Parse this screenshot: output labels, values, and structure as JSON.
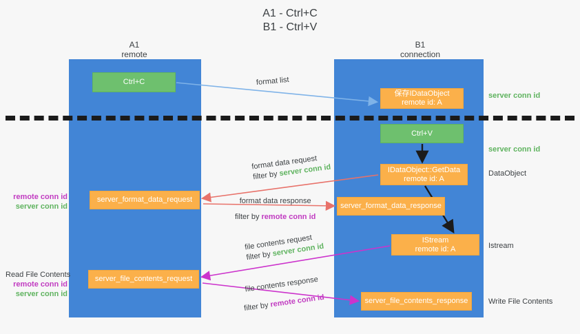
{
  "title_lines": [
    "A1 - Ctrl+C",
    "B1 - Ctrl+V"
  ],
  "lanes": [
    {
      "name": "A1",
      "sub": "remote"
    },
    {
      "name": "B1",
      "sub": "connection"
    }
  ],
  "nodes": {
    "ctrl_c": {
      "line1": "Ctrl+C",
      "line2": "",
      "color": "#6ec06e"
    },
    "save_idataobject": {
      "line1": "保存IDataObject",
      "line2": "remote id: A",
      "color": "#fbb04a"
    },
    "ctrl_v": {
      "line1": "Ctrl+V",
      "line2": "",
      "color": "#6ec06e"
    },
    "getdata": {
      "line1": "IDataObject::GetData",
      "line2": "remote id: A",
      "color": "#fbb04a"
    },
    "format_data_request": {
      "line1": "server_format_data_request",
      "line2": "",
      "color": "#fbb04a"
    },
    "format_data_response": {
      "line1": "server_format_data_response",
      "line2": "",
      "color": "#fbb04a"
    },
    "istream": {
      "line1": "IStream",
      "line2": "remote id: A",
      "color": "#fbb04a"
    },
    "file_contents_request": {
      "line1": "server_file_contents_request",
      "line2": "",
      "color": "#fbb04a"
    },
    "file_contents_response": {
      "line1": "server_file_contents_response",
      "line2": "",
      "color": "#fbb04a"
    }
  },
  "right_labels": {
    "server_conn_id_top": "server conn id",
    "server_conn_id_mid": "server conn id",
    "dataobject": "DataObject",
    "istream": "Istream",
    "write_file_contents": "Write File Contents"
  },
  "left_labels": {
    "remote_conn_id_1": "remote conn id",
    "server_conn_id_1": "server conn id",
    "read_file_contents": "Read File Contents",
    "remote_conn_id_2": "remote conn id",
    "server_conn_id_2": "server conn id"
  },
  "annotations": {
    "format_list": "format list",
    "format_data_request": "format data request",
    "format_data_request_filter_prefix": "filter by ",
    "format_data_request_filter_value": "server conn id",
    "format_data_response": "format data response",
    "format_data_response_filter_prefix": "filter by ",
    "format_data_response_filter_value": "remote conn id",
    "file_contents_request": "file contents request",
    "file_contents_request_filter_prefix": "filter by ",
    "file_contents_request_filter_value": "server conn id",
    "file_contents_response": "file contents response",
    "file_contents_response_filter_prefix": "filter by ",
    "file_contents_response_filter_value": "remote conn id"
  },
  "colors": {
    "lane": "#4285d6",
    "green": "#6ec06e",
    "orange": "#fbb04a",
    "green_text": "#5fb35f",
    "purple_text": "#c13bc1",
    "dark_text": "#3c4043",
    "arrow_blue": "#7fb3e8",
    "arrow_red": "#e8726a",
    "arrow_magenta": "#cc33cc",
    "arrow_black": "#1b1b1b",
    "background": "#f7f7f7"
  }
}
